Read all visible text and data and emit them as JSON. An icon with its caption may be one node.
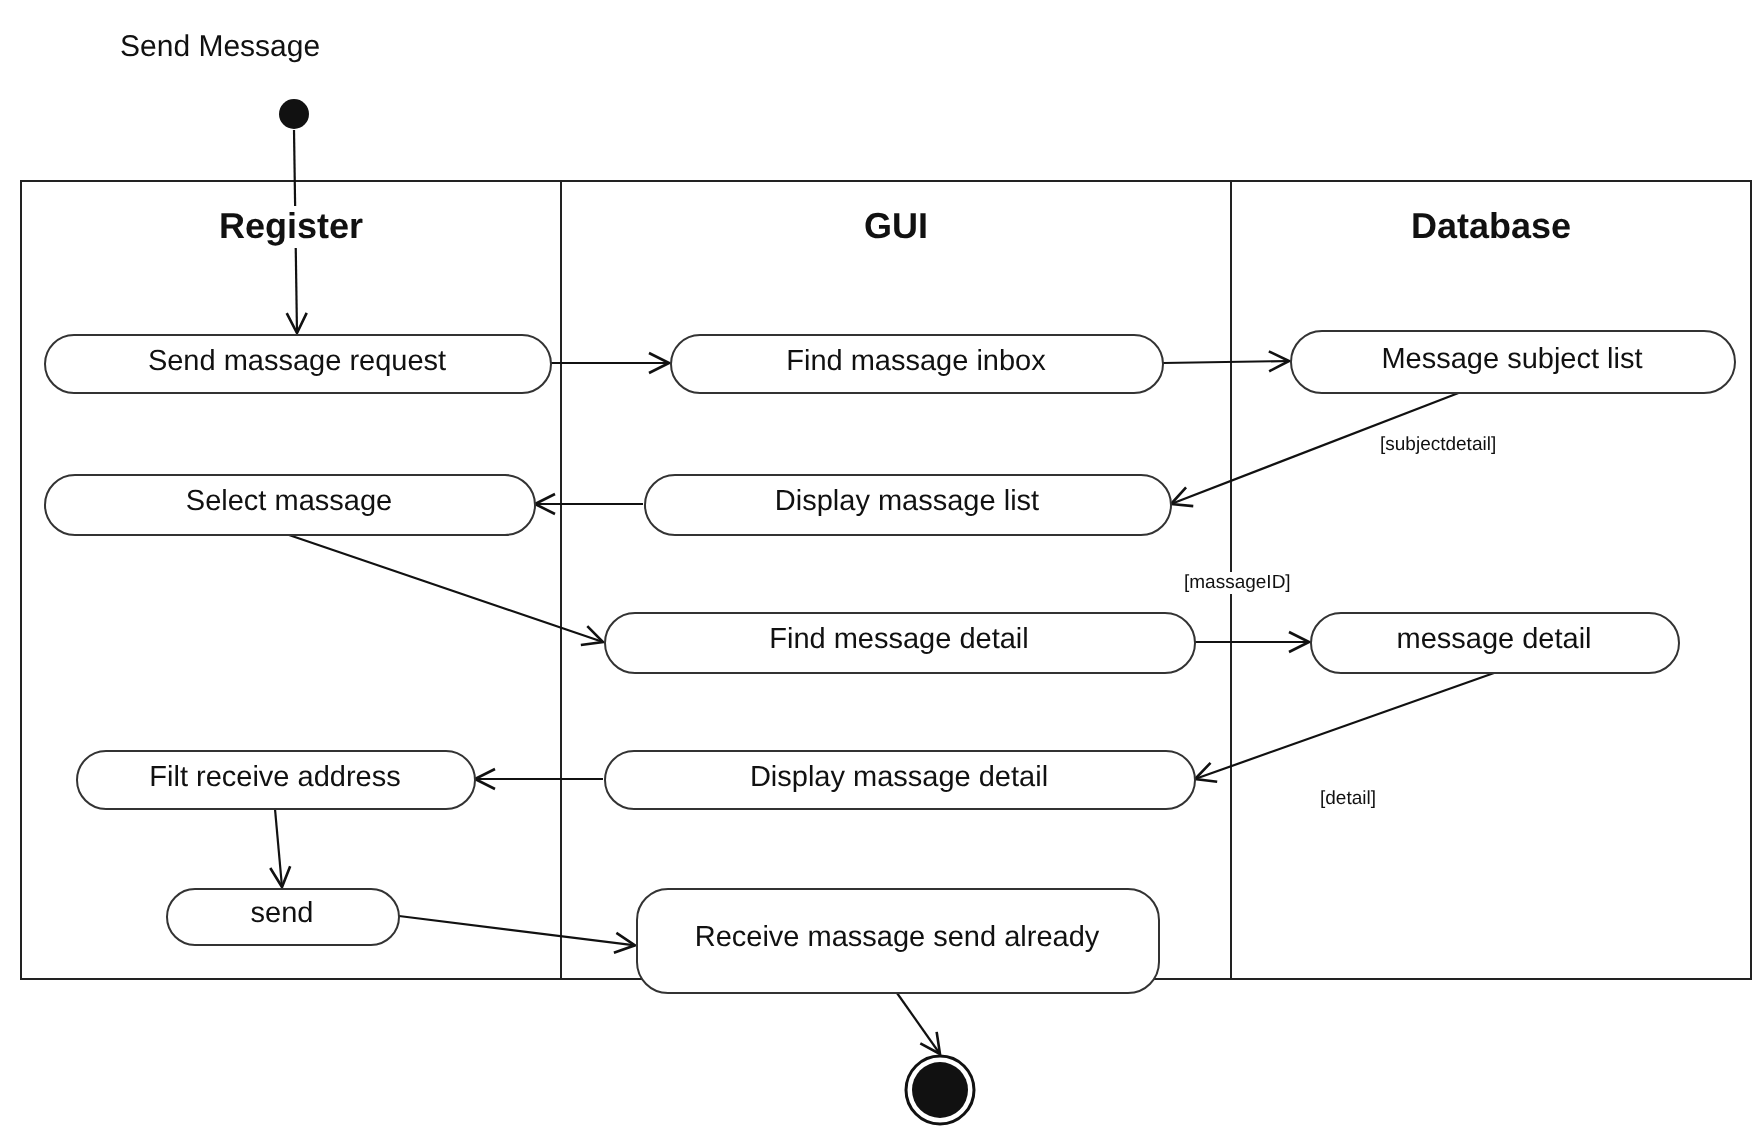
{
  "diagram": {
    "nodes": [
      {
        "text": [],
        "shape": "circle",
        "beside": [
          "Send Message"
        ]
      },
      {
        "text": [
          "Register"
        ]
      },
      {
        "text": [
          "GUI"
        ]
      },
      {
        "text": [
          "Database"
        ]
      },
      {
        "text": [
          "Send massage request"
        ],
        "in": 1
      },
      {
        "text": [
          "Find massage inbox"
        ],
        "in": 2
      },
      {
        "text": [
          "Message subject list"
        ],
        "in": 3
      },
      {
        "text": [
          "Select massage"
        ],
        "in": 1
      },
      {
        "text": [
          "Display massage list"
        ],
        "in": 2
      },
      {
        "text": [
          "Find message detail"
        ],
        "in": 2
      },
      {
        "text": [
          "message detail"
        ],
        "in": 3
      },
      {
        "text": [
          "Filt receive address"
        ],
        "in": 1
      },
      {
        "text": [
          "Display massage detail"
        ],
        "in": 2
      },
      {
        "text": [
          "send"
        ],
        "in": 1
      },
      {
        "text": [
          "Receive massage send already"
        ],
        "in": 2
      },
      {
        "text": [],
        "shape": "circle"
      }
    ],
    "edges": [
      {
        "from": 0,
        "to": 4,
        "arrow": "to"
      },
      {
        "from": 4,
        "to": 5,
        "arrow": "to"
      },
      {
        "from": 5,
        "to": 6,
        "arrow": "to"
      },
      {
        "from": 6,
        "to": 8,
        "arrow": "to",
        "label": "[subjectdetail]"
      },
      {
        "from": 8,
        "to": 7,
        "arrow": "to"
      },
      {
        "from": 7,
        "to": 9,
        "arrow": "to"
      },
      {
        "from": 9,
        "to": 10,
        "arrow": "to",
        "label": "[massageID]"
      },
      {
        "from": 10,
        "to": 12,
        "arrow": "to",
        "label": "[detail]"
      },
      {
        "from": 12,
        "to": 11,
        "arrow": "to"
      },
      {
        "from": 11,
        "to": 13,
        "arrow": "to"
      },
      {
        "from": 13,
        "to": 14,
        "arrow": "to"
      },
      {
        "from": 14,
        "to": 15,
        "arrow": "to"
      }
    ]
  }
}
